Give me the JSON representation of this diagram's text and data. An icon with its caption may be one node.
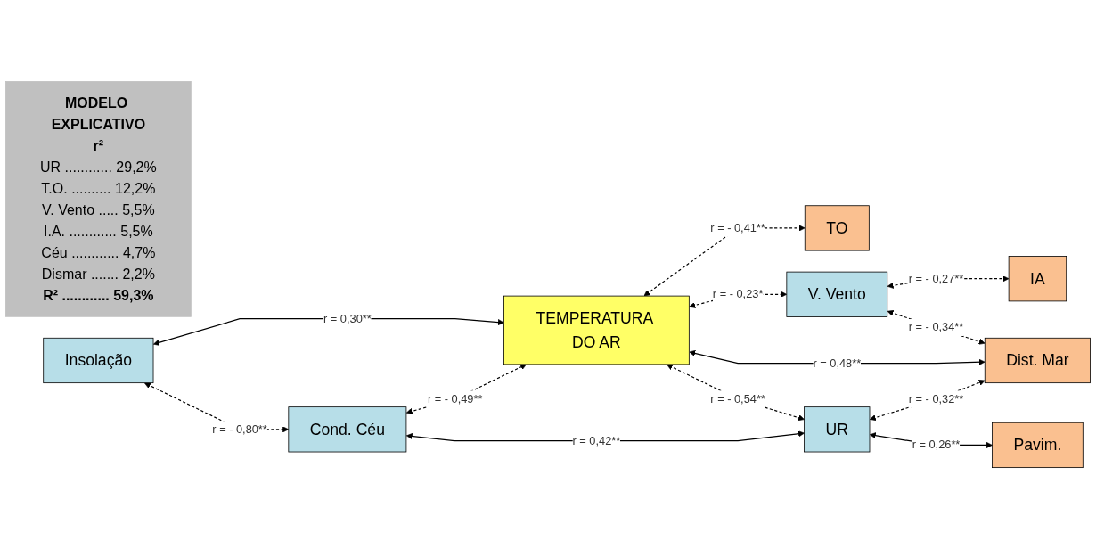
{
  "diagram": {
    "nodes": [
      {
        "text": [
          "TEMPERATURA DO AR"
        ]
      },
      {
        "text": [
          "TO"
        ]
      },
      {
        "text": [
          "MODELO EXPLICATIVO",
          "r²",
          "UR ............ 29,2%",
          "T.O. .......... 12,2%",
          "V. Vento ..... 5,5%",
          "I.A. ............ 5,5%",
          "Céu ............ 4,7%",
          "Dismar ....... 2,2%",
          "R² ............ 59,3%"
        ]
      },
      {
        "text": [
          "Insolação"
        ]
      },
      {
        "text": [
          "V. Vento"
        ]
      },
      {
        "text": [
          "IA"
        ]
      },
      {
        "text": [
          "Cond. Céu"
        ]
      },
      {
        "text": [
          "Dist. Mar"
        ]
      },
      {
        "text": [
          "UR"
        ]
      },
      {
        "text": [
          "Pavim."
        ]
      }
    ],
    "edges": [
      {
        "from": 3,
        "to": 0,
        "arrow": "both",
        "label": "r = 0,30**"
      },
      {
        "from": 3,
        "to": 6,
        "arrow": "both",
        "label": "r = - 0,80**",
        "style": "dashed"
      },
      {
        "from": 6,
        "to": 0,
        "arrow": "both",
        "label": "r = - 0,49**",
        "style": "dashed"
      },
      {
        "from": 0,
        "to": 1,
        "arrow": "both",
        "label": "r = - 0,41**",
        "style": "dashed"
      },
      {
        "from": 0,
        "to": 4,
        "arrow": "both",
        "label": "r = - 0,23*",
        "style": "dashed"
      },
      {
        "from": 4,
        "to": 5,
        "arrow": "both",
        "label": "r = - 0,27**",
        "style": "dashed"
      },
      {
        "from": 4,
        "to": 7,
        "arrow": "both",
        "label": "r = - 0,34**",
        "style": "dashed"
      },
      {
        "from": 0,
        "to": 7,
        "arrow": "both",
        "label": "r = 0,48**"
      },
      {
        "from": 0,
        "to": 8,
        "arrow": "both",
        "label": "r = - 0,54**",
        "style": "dashed"
      },
      {
        "from": 8,
        "to": 7,
        "arrow": "both",
        "label": "r = - 0,32**",
        "style": "dashed"
      },
      {
        "from": 6,
        "to": 8,
        "arrow": "both",
        "label": "r = 0,42**"
      },
      {
        "from": 8,
        "to": 9,
        "arrow": "both",
        "label": "r = 0,26**"
      }
    ]
  }
}
